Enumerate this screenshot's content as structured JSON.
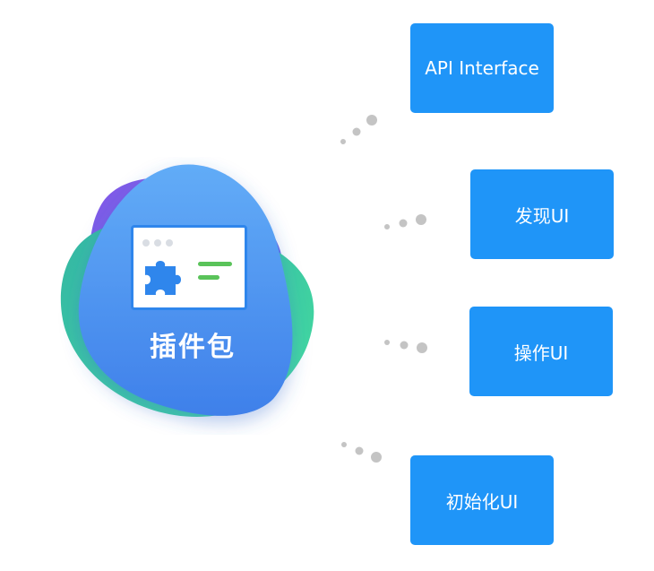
{
  "center": {
    "label": "插件包",
    "icon": "puzzle-window-icon"
  },
  "nodes": [
    {
      "label": "API Interface"
    },
    {
      "label": "发现UI"
    },
    {
      "label": "操作UI"
    },
    {
      "label": "初始化UI"
    }
  ],
  "colors": {
    "box": "#1f95f8",
    "blob_blue": "#4f95f0",
    "blob_green": "#3ecf9f",
    "blob_purple": "#7d62e4",
    "connector_dots": "#c4c4c4",
    "window_lines": "#5ac35a"
  }
}
